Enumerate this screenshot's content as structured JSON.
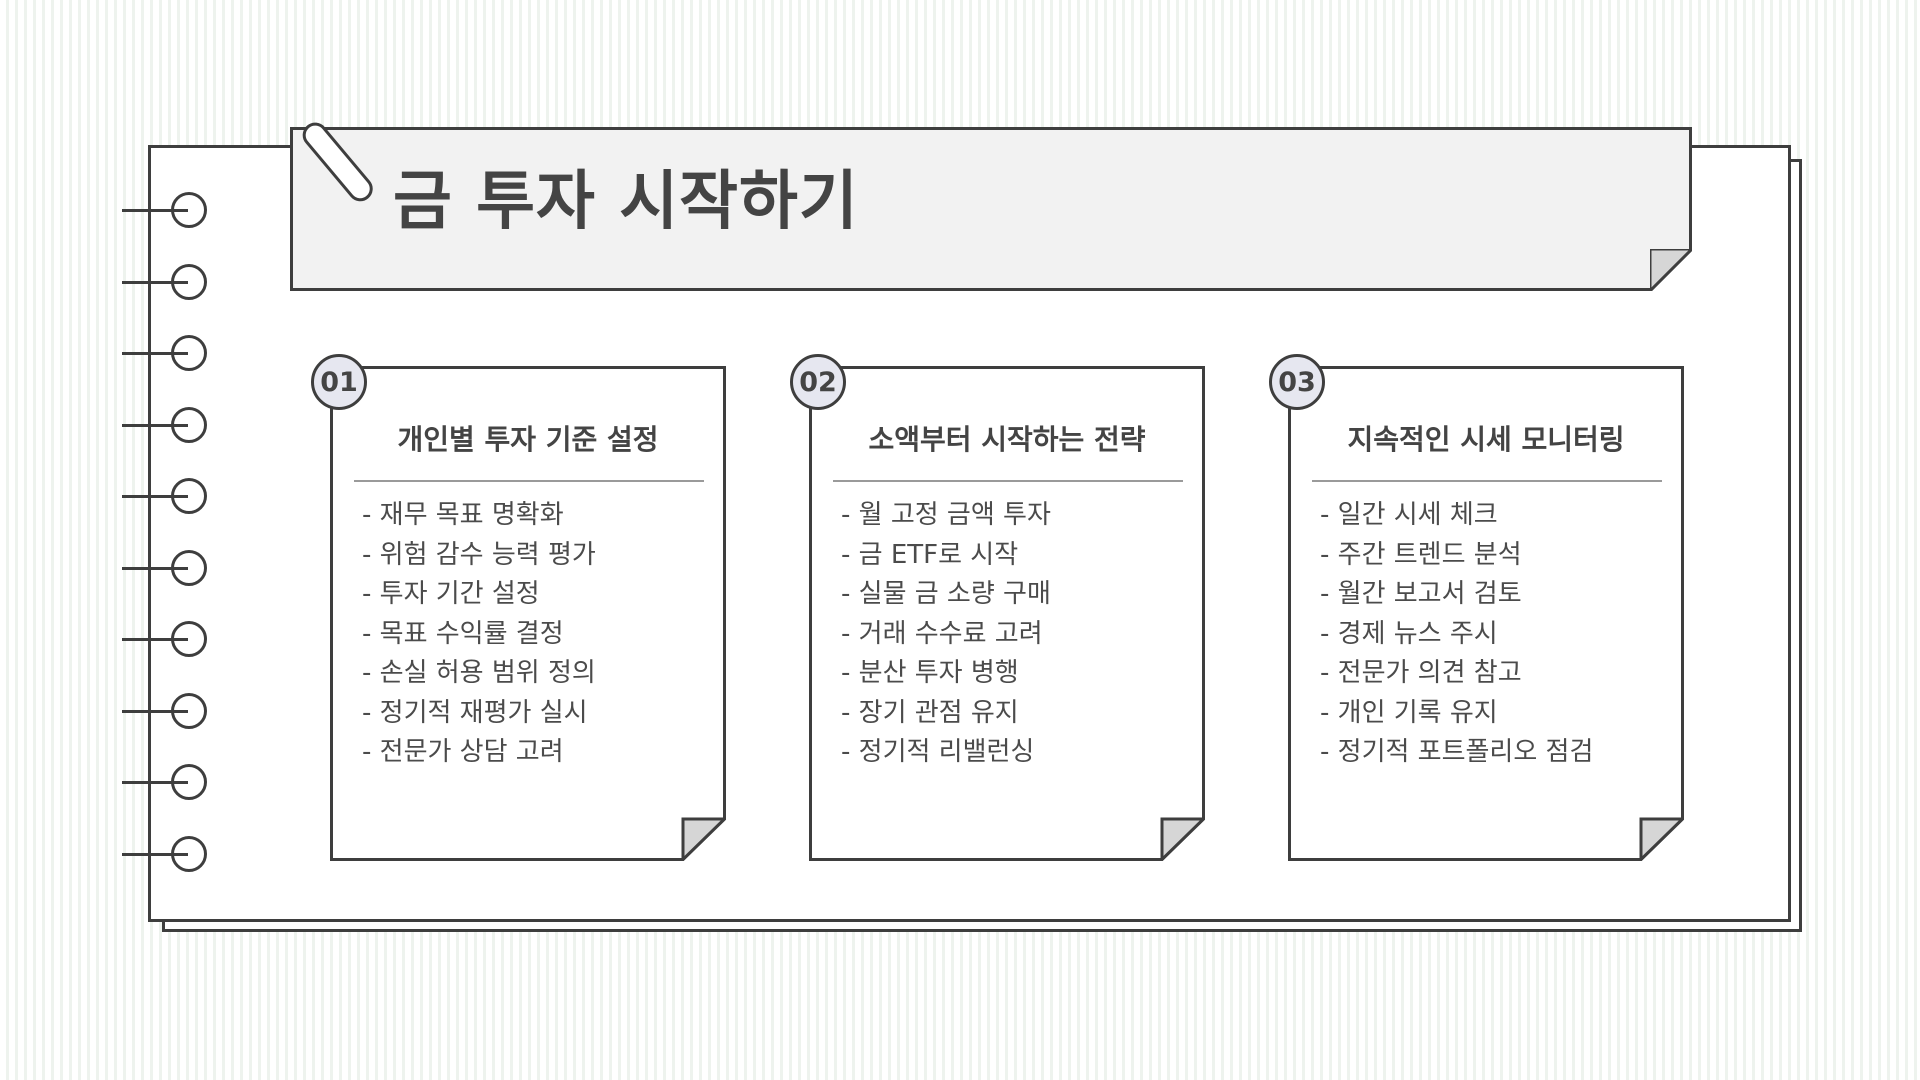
{
  "title": "금 투자 시작하기",
  "colors": {
    "outline": "#3e3e3e",
    "banner_fill": "#f2f2f2",
    "badge_fill": "#e6e7f0",
    "fold_fill": "#d6d6d6",
    "stripe": "#eef3ee"
  },
  "icons": {
    "paperclip": "paperclip-icon",
    "ring": "spiral-ring-icon"
  },
  "cards": [
    {
      "number": "01",
      "title": "개인별 투자 기준 설정",
      "items": [
        "- 재무 목표 명확화",
        "- 위험 감수 능력 평가",
        "- 투자 기간 설정",
        "- 목표 수익률 결정",
        "- 손실 허용 범위 정의",
        "- 정기적 재평가 실시",
        "- 전문가 상담 고려"
      ]
    },
    {
      "number": "02",
      "title": "소액부터 시작하는 전략",
      "items": [
        "- 월 고정 금액 투자",
        "- 금 ETF로 시작",
        "- 실물 금 소량 구매",
        "- 거래 수수료 고려",
        "- 분산 투자 병행",
        "- 장기 관점 유지",
        "- 정기적 리밸런싱"
      ]
    },
    {
      "number": "03",
      "title": "지속적인 시세 모니터링",
      "items": [
        "- 일간 시세 체크",
        "- 주간 트렌드 분석",
        "- 월간 보고서 검토",
        "- 경제 뉴스 주시",
        "- 전문가 의견 참고",
        "- 개인 기록 유지",
        "- 정기적 포트폴리오 점검"
      ]
    }
  ]
}
